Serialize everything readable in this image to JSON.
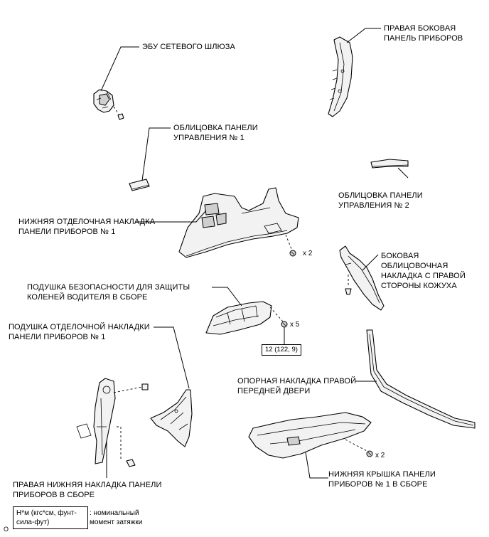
{
  "labels": {
    "gateway_ecu": "ЭБУ СЕТЕВОГО ШЛЮЗА",
    "right_side_panel_line1": "ПРАВАЯ БОКОВАЯ",
    "right_side_panel_line2": "ПАНЕЛЬ ПРИБОРОВ",
    "control_panel_trim1_line1": "ОБЛИЦОВКА ПАНЕЛИ",
    "control_panel_trim1_line2": "УПРАВЛЕНИЯ № 1",
    "control_panel_trim2_line1": "ОБЛИЦОВКА ПАНЕЛИ",
    "control_panel_trim2_line2": "УПРАВЛЕНИЯ № 2",
    "lower_finish_panel_line1": "НИЖНЯЯ ОТДЕЛОЧНАЯ НАКЛАДКА",
    "lower_finish_panel_line2": "ПАНЕЛИ ПРИБОРОВ № 1",
    "console_side_trim_line1": "БОКОВАЯ",
    "console_side_trim_line2": "ОБЛИЦОВОЧНАЯ",
    "console_side_trim_line3": "НАКЛАДКА С ПРАВОЙ",
    "console_side_trim_line4": "СТОРОНЫ КОЖУХА",
    "knee_airbag_line1": "ПОДУШКА БЕЗОПАСНОСТИ ДЛЯ ЗАЩИТЫ",
    "knee_airbag_line2": "КОЛЕНЕЙ ВОДИТЕЛЯ В СБОРЕ",
    "finish_panel_cushion_line1": "ПОДУШКА ОТДЕЛОЧНОЙ НАКЛАДКИ",
    "finish_panel_cushion_line2": "ПАНЕЛИ ПРИБОРОВ № 1",
    "door_scuff_plate_line1": "ОПОРНАЯ НАКЛАДКА ПРАВОЙ",
    "door_scuff_plate_line2": "ПЕРЕДНЕЙ ДВЕРИ",
    "lower_finish_assy_line1": "ПРАВАЯ НИЖНЯЯ НАКЛАДКА ПАНЕЛИ",
    "lower_finish_assy_line2": "ПРИБОРОВ В СБОРЕ",
    "lower_cover_line1": "НИЖНЯЯ КРЫШКА ПАНЕЛИ",
    "lower_cover_line2": "ПРИБОРОВ № 1 В СБОРЕ"
  },
  "quantities": {
    "panel_screws": "x 2",
    "airbag_bolts": "x 5",
    "cover_screws": "x 2"
  },
  "torque_value": "12 (122, 9)",
  "legend": {
    "box_line1": "Н*м (кгс*см, фунт-",
    "box_line2": "сила-фут)",
    "desc_line1": ": номинальный",
    "desc_line2": "момент затяжки"
  },
  "corner_mark": "O"
}
